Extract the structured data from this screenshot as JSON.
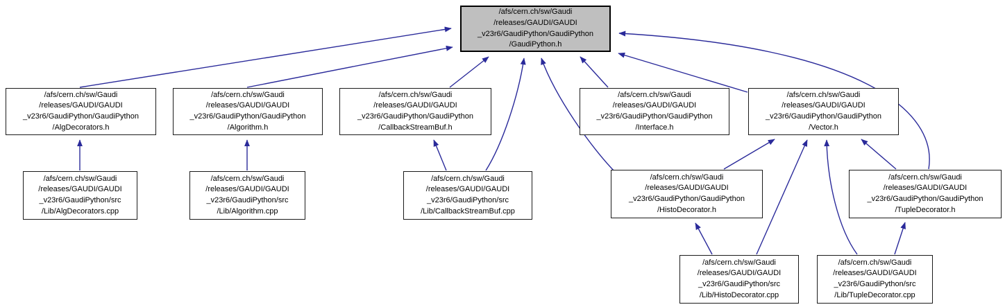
{
  "diagram": {
    "kind": "doxygen-included-by-dependency-graph",
    "colors": {
      "background": "#ffffff",
      "edge": "#2a2a9a",
      "node_fill": "#ffffff",
      "node_border": "#1a1a1a",
      "highlight_fill": "#bfbfbf",
      "highlight_border": "#000000",
      "text": "#000000"
    },
    "nodes": [
      {
        "id": "gaudipython-h",
        "highlighted": true,
        "path": "/afs/cern.ch/sw/Gaudi/releases/GAUDI/GAUDI_v23r6/GaudiPython/GaudiPython/GaudiPython.h",
        "lines": [
          "/afs/cern.ch/sw/Gaudi",
          "/releases/GAUDI/GAUDI",
          "_v23r6/GaudiPython/GaudiPython",
          "/GaudiPython.h"
        ]
      },
      {
        "id": "algdecorators-h",
        "highlighted": false,
        "path": "/afs/cern.ch/sw/Gaudi/releases/GAUDI/GAUDI_v23r6/GaudiPython/GaudiPython/AlgDecorators.h",
        "lines": [
          "/afs/cern.ch/sw/Gaudi",
          "/releases/GAUDI/GAUDI",
          "_v23r6/GaudiPython/GaudiPython",
          "/AlgDecorators.h"
        ]
      },
      {
        "id": "algorithm-h",
        "highlighted": false,
        "path": "/afs/cern.ch/sw/Gaudi/releases/GAUDI/GAUDI_v23r6/GaudiPython/GaudiPython/Algorithm.h",
        "lines": [
          "/afs/cern.ch/sw/Gaudi",
          "/releases/GAUDI/GAUDI",
          "_v23r6/GaudiPython/GaudiPython",
          "/Algorithm.h"
        ]
      },
      {
        "id": "callbackstreambuf-h",
        "highlighted": false,
        "path": "/afs/cern.ch/sw/Gaudi/releases/GAUDI/GAUDI_v23r6/GaudiPython/GaudiPython/CallbackStreamBuf.h",
        "lines": [
          "/afs/cern.ch/sw/Gaudi",
          "/releases/GAUDI/GAUDI",
          "_v23r6/GaudiPython/GaudiPython",
          "/CallbackStreamBuf.h"
        ]
      },
      {
        "id": "interface-h",
        "highlighted": false,
        "path": "/afs/cern.ch/sw/Gaudi/releases/GAUDI/GAUDI_v23r6/GaudiPython/GaudiPython/Interface.h",
        "lines": [
          "/afs/cern.ch/sw/Gaudi",
          "/releases/GAUDI/GAUDI",
          "_v23r6/GaudiPython/GaudiPython",
          "/Interface.h"
        ]
      },
      {
        "id": "vector-h",
        "highlighted": false,
        "path": "/afs/cern.ch/sw/Gaudi/releases/GAUDI/GAUDI_v23r6/GaudiPython/GaudiPython/Vector.h",
        "lines": [
          "/afs/cern.ch/sw/Gaudi",
          "/releases/GAUDI/GAUDI",
          "_v23r6/GaudiPython/GaudiPython",
          "/Vector.h"
        ]
      },
      {
        "id": "algdecorators-cpp",
        "highlighted": false,
        "path": "/afs/cern.ch/sw/Gaudi/releases/GAUDI/GAUDI_v23r6/GaudiPython/src/Lib/AlgDecorators.cpp",
        "lines": [
          "/afs/cern.ch/sw/Gaudi",
          "/releases/GAUDI/GAUDI",
          "_v23r6/GaudiPython/src",
          "/Lib/AlgDecorators.cpp"
        ]
      },
      {
        "id": "algorithm-cpp",
        "highlighted": false,
        "path": "/afs/cern.ch/sw/Gaudi/releases/GAUDI/GAUDI_v23r6/GaudiPython/src/Lib/Algorithm.cpp",
        "lines": [
          "/afs/cern.ch/sw/Gaudi",
          "/releases/GAUDI/GAUDI",
          "_v23r6/GaudiPython/src",
          "/Lib/Algorithm.cpp"
        ]
      },
      {
        "id": "callbackstreambuf-cpp",
        "highlighted": false,
        "path": "/afs/cern.ch/sw/Gaudi/releases/GAUDI/GAUDI_v23r6/GaudiPython/src/Lib/CallbackStreamBuf.cpp",
        "lines": [
          "/afs/cern.ch/sw/Gaudi",
          "/releases/GAUDI/GAUDI",
          "_v23r6/GaudiPython/src",
          "/Lib/CallbackStreamBuf.cpp"
        ]
      },
      {
        "id": "histodecorator-h",
        "highlighted": false,
        "path": "/afs/cern.ch/sw/Gaudi/releases/GAUDI/GAUDI_v23r6/GaudiPython/GaudiPython/HistoDecorator.h",
        "lines": [
          "/afs/cern.ch/sw/Gaudi",
          "/releases/GAUDI/GAUDI",
          "_v23r6/GaudiPython/GaudiPython",
          "/HistoDecorator.h"
        ]
      },
      {
        "id": "tupledecorator-h",
        "highlighted": false,
        "path": "/afs/cern.ch/sw/Gaudi/releases/GAUDI/GAUDI_v23r6/GaudiPython/GaudiPython/TupleDecorator.h",
        "lines": [
          "/afs/cern.ch/sw/Gaudi",
          "/releases/GAUDI/GAUDI",
          "_v23r6/GaudiPython/GaudiPython",
          "/TupleDecorator.h"
        ]
      },
      {
        "id": "histodecorator-cpp",
        "highlighted": false,
        "path": "/afs/cern.ch/sw/Gaudi/releases/GAUDI/GAUDI_v23r6/GaudiPython/src/Lib/HistoDecorator.cpp",
        "lines": [
          "/afs/cern.ch/sw/Gaudi",
          "/releases/GAUDI/GAUDI",
          "_v23r6/GaudiPython/src",
          "/Lib/HistoDecorator.cpp"
        ]
      },
      {
        "id": "tupledecorator-cpp",
        "highlighted": false,
        "path": "/afs/cern.ch/sw/Gaudi/releases/GAUDI/GAUDI_v23r6/GaudiPython/src/Lib/TupleDecorator.cpp",
        "lines": [
          "/afs/cern.ch/sw/Gaudi",
          "/releases/GAUDI/GAUDI",
          "_v23r6/GaudiPython/src",
          "/Lib/TupleDecorator.cpp"
        ]
      }
    ],
    "edges": [
      {
        "from": "algdecorators-h",
        "to": "gaudipython-h"
      },
      {
        "from": "algorithm-h",
        "to": "gaudipython-h"
      },
      {
        "from": "callbackstreambuf-h",
        "to": "gaudipython-h"
      },
      {
        "from": "callbackstreambuf-cpp",
        "to": "gaudipython-h"
      },
      {
        "from": "histodecorator-h",
        "to": "gaudipython-h"
      },
      {
        "from": "interface-h",
        "to": "gaudipython-h"
      },
      {
        "from": "vector-h",
        "to": "gaudipython-h"
      },
      {
        "from": "tupledecorator-h",
        "to": "gaudipython-h"
      },
      {
        "from": "algdecorators-cpp",
        "to": "algdecorators-h"
      },
      {
        "from": "algorithm-cpp",
        "to": "algorithm-h"
      },
      {
        "from": "callbackstreambuf-cpp",
        "to": "callbackstreambuf-h"
      },
      {
        "from": "histodecorator-h",
        "to": "vector-h"
      },
      {
        "from": "tupledecorator-h",
        "to": "vector-h"
      },
      {
        "from": "histodecorator-cpp",
        "to": "histodecorator-h"
      },
      {
        "from": "histodecorator-cpp",
        "to": "vector-h"
      },
      {
        "from": "tupledecorator-cpp",
        "to": "vector-h"
      },
      {
        "from": "tupledecorator-cpp",
        "to": "tupledecorator-h"
      }
    ]
  }
}
